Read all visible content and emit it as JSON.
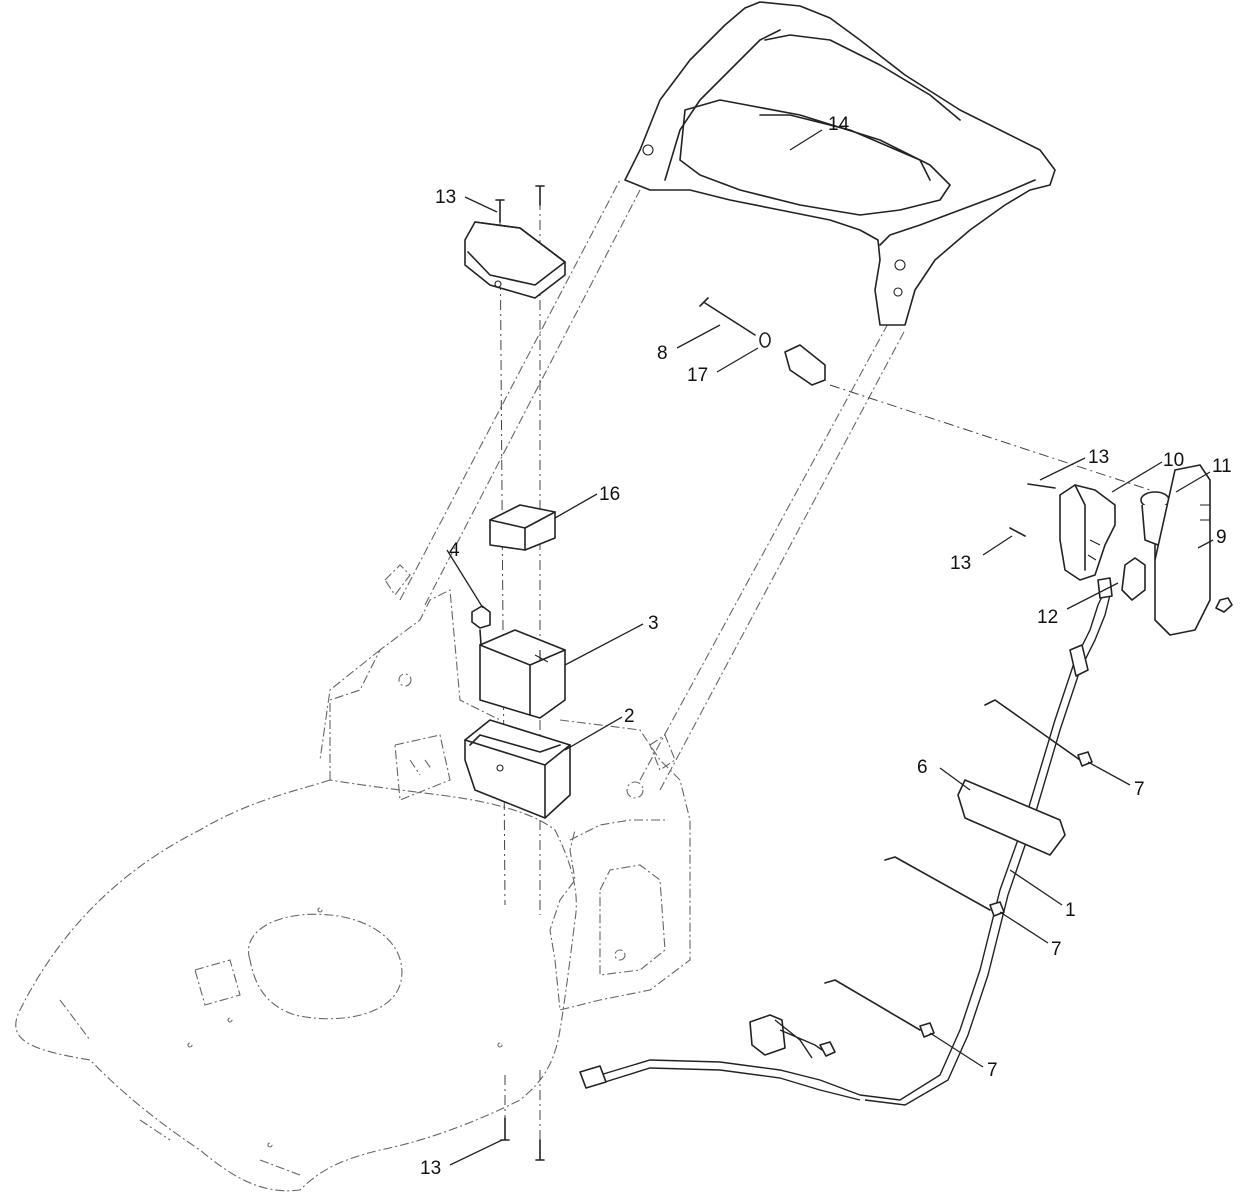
{
  "callouts": [
    {
      "id": "13a",
      "label": "13"
    },
    {
      "id": "14",
      "label": "14"
    },
    {
      "id": "8",
      "label": "8"
    },
    {
      "id": "17",
      "label": "17"
    },
    {
      "id": "16",
      "label": "16"
    },
    {
      "id": "4",
      "label": "4"
    },
    {
      "id": "3",
      "label": "3"
    },
    {
      "id": "2",
      "label": "2"
    },
    {
      "id": "13b",
      "label": "13"
    },
    {
      "id": "10",
      "label": "10"
    },
    {
      "id": "11",
      "label": "11"
    },
    {
      "id": "13c",
      "label": "13"
    },
    {
      "id": "9",
      "label": "9"
    },
    {
      "id": "12",
      "label": "12"
    },
    {
      "id": "6",
      "label": "6"
    },
    {
      "id": "7a",
      "label": "7"
    },
    {
      "id": "1",
      "label": "1"
    },
    {
      "id": "7b",
      "label": "7"
    },
    {
      "id": "7c",
      "label": "7"
    },
    {
      "id": "13d",
      "label": "13"
    }
  ]
}
